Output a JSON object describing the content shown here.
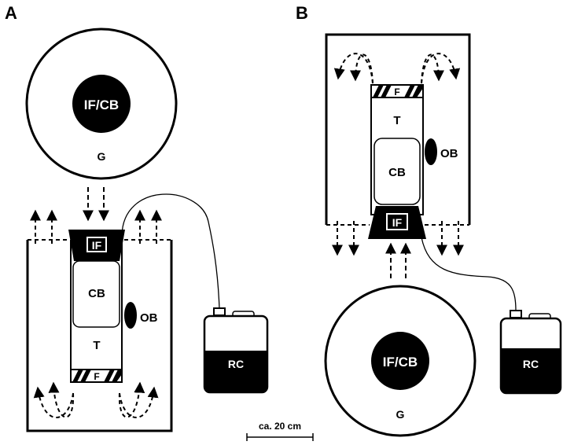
{
  "panels": {
    "a": {
      "letter": "A",
      "disc_center": "IF/CB",
      "disc_label": "G",
      "cap": "IF",
      "compartment": "CB",
      "tube": "T",
      "filter": "F",
      "ob": "OB",
      "container": "RC"
    },
    "b": {
      "letter": "B",
      "disc_center": "IF/CB",
      "disc_label": "G",
      "cap": "IF",
      "compartment": "CB",
      "tube": "T",
      "filter": "F",
      "ob": "OB",
      "container": "RC"
    }
  },
  "scale_bar": {
    "label": "ca. 20 cm"
  }
}
